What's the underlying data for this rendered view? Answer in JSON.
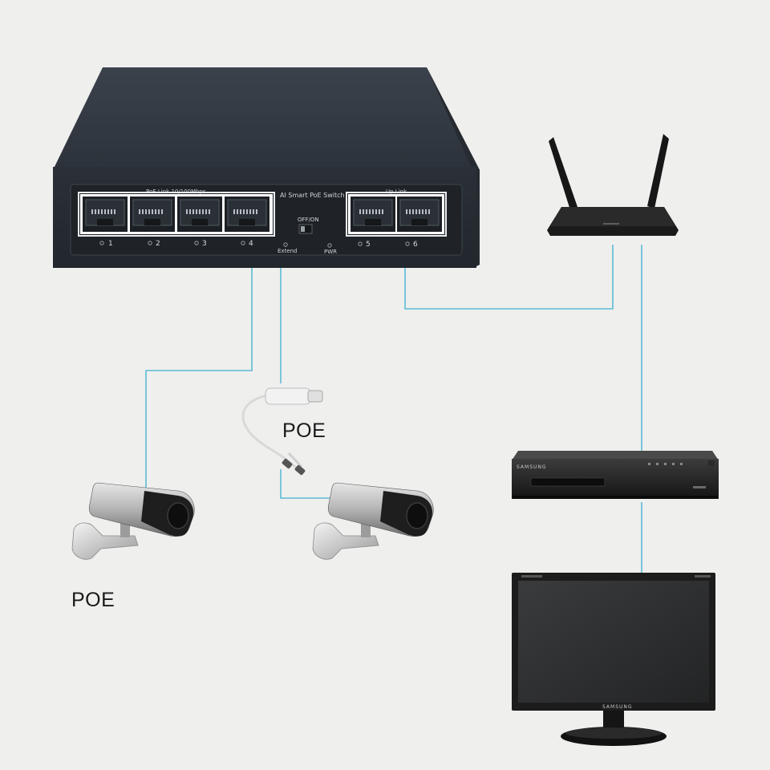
{
  "switch": {
    "group_left_label": "PoE Link  10/100Mbps",
    "model_label": "AI Smart PoE Switch",
    "group_right_label": "Up Link",
    "dip_label": "OFF/ON",
    "extend_label": "Extend",
    "pwr_label": "PWR",
    "port_numbers": [
      "1",
      "2",
      "3",
      "4",
      "5",
      "6"
    ]
  },
  "labels": {
    "poe_injector": "POE",
    "poe_camera": "POE"
  },
  "devices": {
    "nvr_brand": "SAMSUNG",
    "monitor_brand": "SAMSUNG"
  },
  "colors": {
    "cable": "#5bbcd6",
    "background": "#efefee",
    "switch_body": "#30363e"
  }
}
